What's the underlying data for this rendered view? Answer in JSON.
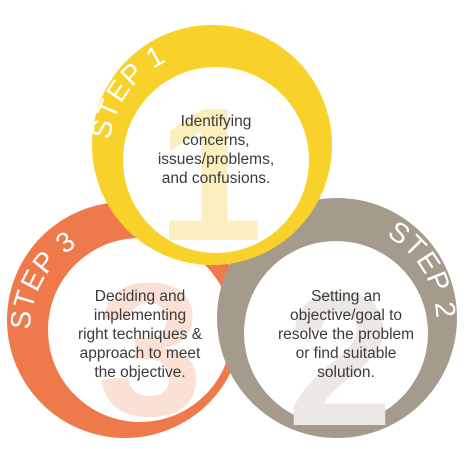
{
  "steps": [
    {
      "id": "step1",
      "label": "STEP 1",
      "number": "1",
      "color": "#F9D12B",
      "lines": [
        "Identifying",
        "concerns,",
        "issues/problems,",
        "and confusions."
      ]
    },
    {
      "id": "step2",
      "label": "STEP 2",
      "number": "2",
      "color": "#A59B8D",
      "lines": [
        "Setting an",
        "objective/goal to",
        "resolve the problem",
        "or find suitable",
        "solution."
      ]
    },
    {
      "id": "step3",
      "label": "STEP 3",
      "number": "3",
      "color": "#EE7A4C",
      "lines": [
        "Deciding and",
        "implementing",
        "right techniques &",
        "approach to meet",
        "the objective."
      ]
    }
  ]
}
